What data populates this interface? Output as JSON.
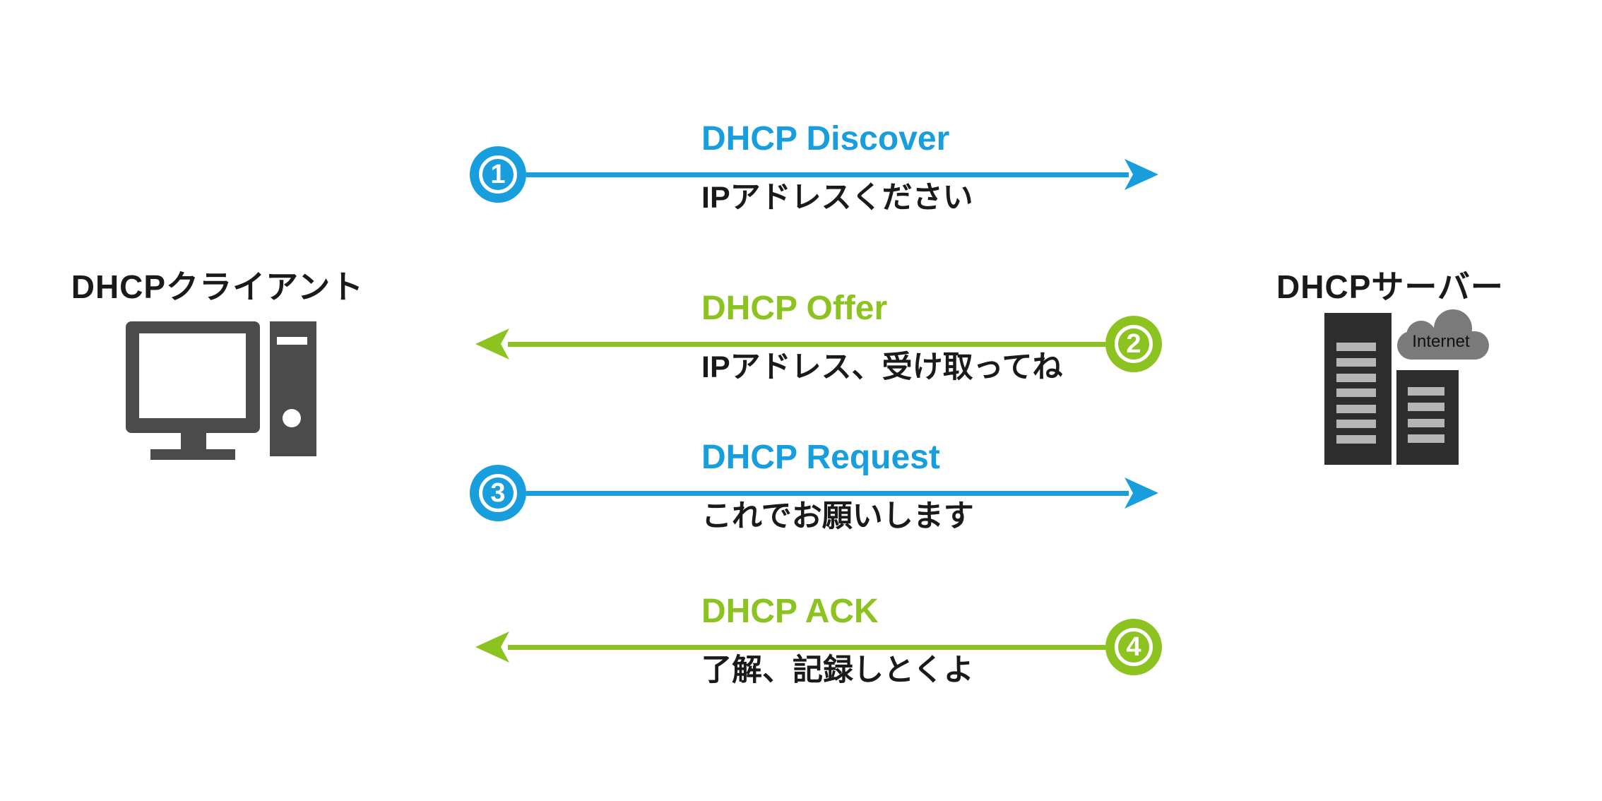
{
  "entities": {
    "client": {
      "label": "DHCPクライアント",
      "icon": "desktop-computer-icon"
    },
    "server": {
      "label": "DHCPサーバー",
      "icon": "server-towers-icon",
      "cloud_label": "Internet"
    }
  },
  "messages": [
    {
      "step": "1",
      "title": "DHCP Discover",
      "subtitle": "IPアドレスください",
      "direction": "client-to-server"
    },
    {
      "step": "2",
      "title": "DHCP Offer",
      "subtitle": "IPアドレス、受け取ってね",
      "direction": "server-to-client"
    },
    {
      "step": "3",
      "title": "DHCP Request",
      "subtitle": "これでお願いします",
      "direction": "client-to-server"
    },
    {
      "step": "4",
      "title": "DHCP ACK",
      "subtitle": "了解、記録しとくよ",
      "direction": "server-to-client"
    }
  ],
  "colors": {
    "blue": "#189EDC",
    "green": "#8CC320",
    "client_icon_gray": "#4B4B4B",
    "server_icon_dark": "#2D2D2D",
    "server_slot_gray": "#B5B5B5",
    "cloud_gray": "#7A7A7A",
    "text_black": "#1A1A1A",
    "background": "#FFFFFF"
  }
}
